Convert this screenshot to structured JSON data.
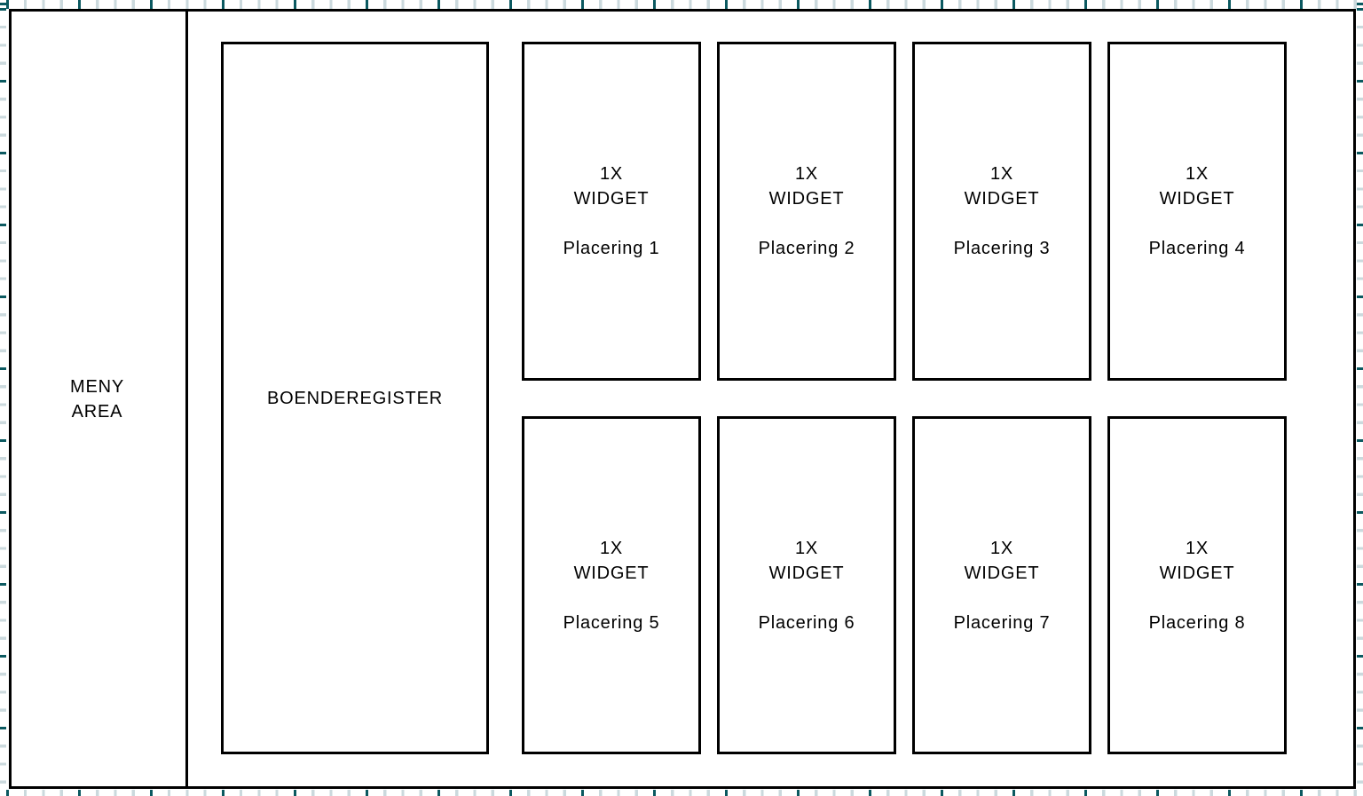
{
  "sidebar": {
    "line1": "MENY",
    "line2": "AREA"
  },
  "register": {
    "label": "BOENDEREGISTER"
  },
  "widgets": [
    {
      "size_label": "1X",
      "type_label": "WIDGET",
      "placement_label": "Placering 1"
    },
    {
      "size_label": "1X",
      "type_label": "WIDGET",
      "placement_label": "Placering 2"
    },
    {
      "size_label": "1X",
      "type_label": "WIDGET",
      "placement_label": "Placering 3"
    },
    {
      "size_label": "1X",
      "type_label": "WIDGET",
      "placement_label": "Placering 4"
    },
    {
      "size_label": "1X",
      "type_label": "WIDGET",
      "placement_label": "Placering 5"
    },
    {
      "size_label": "1X",
      "type_label": "WIDGET",
      "placement_label": "Placering 6"
    },
    {
      "size_label": "1X",
      "type_label": "WIDGET",
      "placement_label": "Placering 7"
    },
    {
      "size_label": "1X",
      "type_label": "WIDGET",
      "placement_label": "Placering 8"
    }
  ],
  "colors": {
    "background": "#ffffff",
    "border": "#000000",
    "ruler_tick_dark": "#0b5960",
    "ruler_tick_light": "#cbd9dd"
  }
}
